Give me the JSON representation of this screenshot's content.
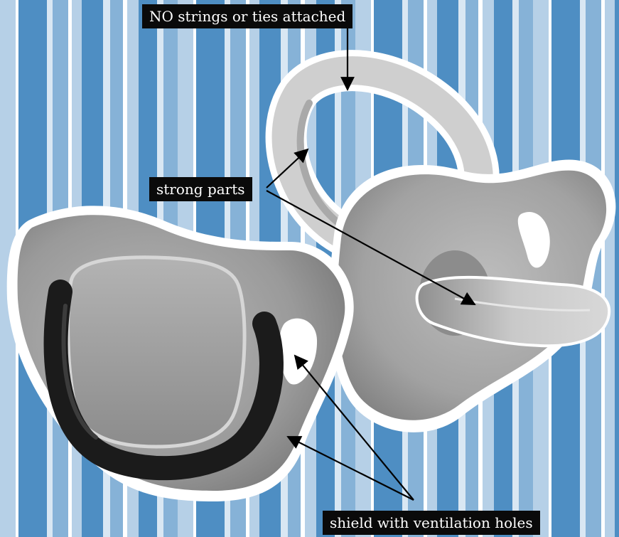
{
  "labels": {
    "ties": "NO strings or ties attached",
    "strong": "strong parts",
    "shield": "shield with ventilation holes"
  },
  "colors": {
    "stripe_dark": "#4e8ec3",
    "stripe_mid": "#86b2d7",
    "stripe_light": "#b6d0e7",
    "stripe_pale": "#d9e7f3",
    "stripe_white": "#ffffff",
    "label_bg": "#0a0a0a",
    "label_text": "#ffffff",
    "pacifier_gray": "#9d9d9d",
    "handle_black": "#1b1b1b"
  }
}
